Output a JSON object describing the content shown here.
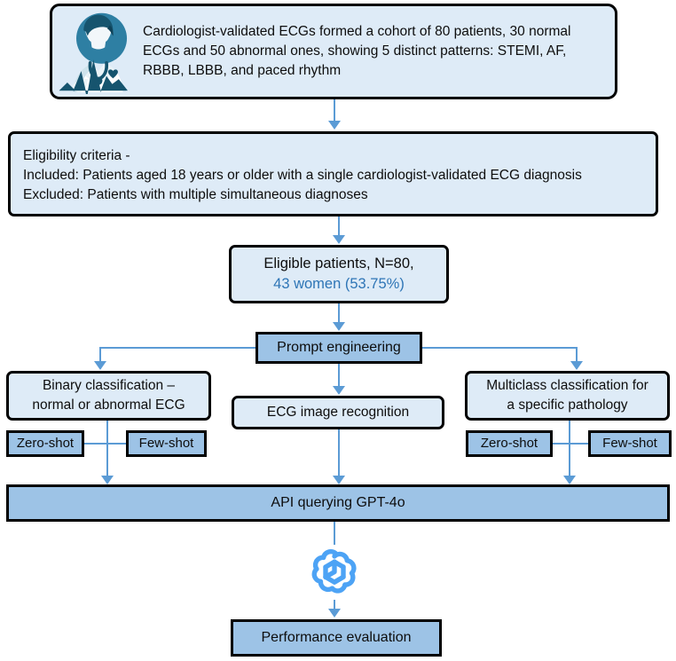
{
  "diagram": {
    "title": "ECG GPT-4o study flowchart",
    "colors": {
      "box_fill_light": "#deebf7",
      "box_fill_dark": "#9dc3e6",
      "box_border": "#000000",
      "connector": "#5b9bd5",
      "accent_text": "#2e75b6",
      "logo": "#4da3f5"
    }
  },
  "nodes": {
    "cohort": {
      "text": "Cardiologist-validated ECGs formed a cohort of 80 patients, 30 normal ECGs and 50 abnormal ones, showing 5 distinct patterns: STEMI, AF, RBBB, LBBB, and paced rhythm",
      "icon": "doctor-ecg-icon"
    },
    "eligibility": {
      "line1": "Eligibility criteria -",
      "line2": "Included: Patients aged 18 years or older with a single cardiologist-validated ECG diagnosis",
      "line3": "Excluded: Patients with multiple simultaneous diagnoses"
    },
    "eligible_patients": {
      "line1": "Eligible patients, N=80,",
      "line2": "43 women (53.75%)"
    },
    "prompt_engineering": {
      "label": "Prompt engineering"
    },
    "binary_classification": {
      "line1": "Binary classification –",
      "line2": "normal or abnormal ECG"
    },
    "ecg_image_recognition": {
      "label": "ECG image recognition"
    },
    "multiclass_classification": {
      "line1": "Multiclass classification for",
      "line2": "a specific pathology"
    },
    "binary_zero_shot": {
      "label": "Zero-shot"
    },
    "binary_few_shot": {
      "label": "Few-shot"
    },
    "multiclass_zero_shot": {
      "label": "Zero-shot"
    },
    "multiclass_few_shot": {
      "label": "Few-shot"
    },
    "api_query": {
      "label": "API querying GPT-4o"
    },
    "openai_logo": {
      "icon": "openai-logo-icon"
    },
    "performance": {
      "label": "Performance evaluation"
    }
  }
}
